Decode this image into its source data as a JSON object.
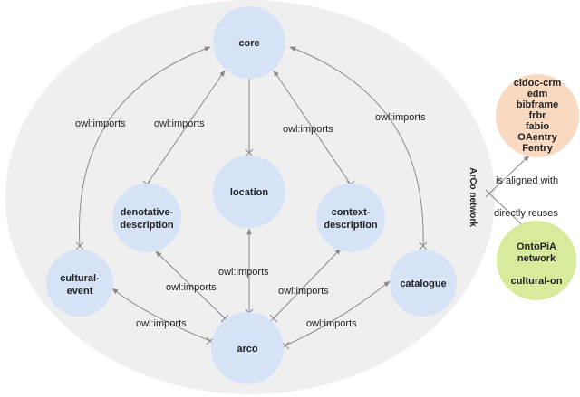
{
  "network_label": "ArCo network",
  "nodes": {
    "core": "core",
    "location": "location",
    "denotative_1": "denotative-",
    "denotative_2": "description",
    "context_1": "context-",
    "context_2": "description",
    "cultural_1": "cultural-",
    "cultural_2": "event",
    "catalogue": "catalogue",
    "arco": "arco"
  },
  "edge_label": "owl:imports",
  "aligned": {
    "items": [
      "cidoc-crm",
      "edm",
      "bibframe",
      "frbr",
      "fabio",
      "OAentry",
      "Fentry"
    ],
    "relation": "is aligned with"
  },
  "reuses": {
    "relation": "directly reuses",
    "line1": "OntoPiA",
    "line2": "network",
    "line3": "cultural-on"
  },
  "colors": {
    "network_fill": "#efefef",
    "node_fill": "#d6e3f7",
    "aligned_fill": "#f9d9bf",
    "reuses_fill": "#d8ea9c",
    "edge": "#888888"
  }
}
